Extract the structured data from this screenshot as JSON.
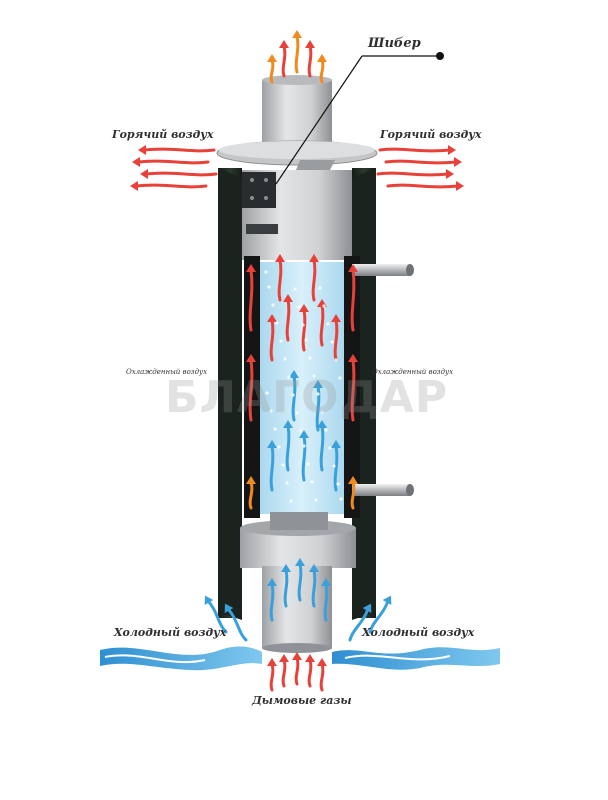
{
  "labels": {
    "damper": "Шибер",
    "hot_air_left": "Горячий воздух",
    "hot_air_right": "Горячий воздух",
    "cooled_air_left": "Охлажденный воздух",
    "cooled_air_right": "Охлажденный воздух",
    "cold_air_left": "Холодный воздух",
    "cold_air_right": "Холодный воздух",
    "flue_gases": "Дымовые газы"
  },
  "watermark": "БЛАГОДАР",
  "colors": {
    "hot": "#e8413a",
    "flame": "#f08a1c",
    "cold": "#3aa0dc",
    "cold_light": "#8fd0f2",
    "jacket": "#1f2a22",
    "steel": "#c9cbcd",
    "water": "#bfe3f3"
  },
  "icons": {
    "hot_arrow": "red-arrow-icon",
    "flame_arrow": "orange-arrow-icon",
    "cold_arrow": "blue-arrow-icon"
  }
}
